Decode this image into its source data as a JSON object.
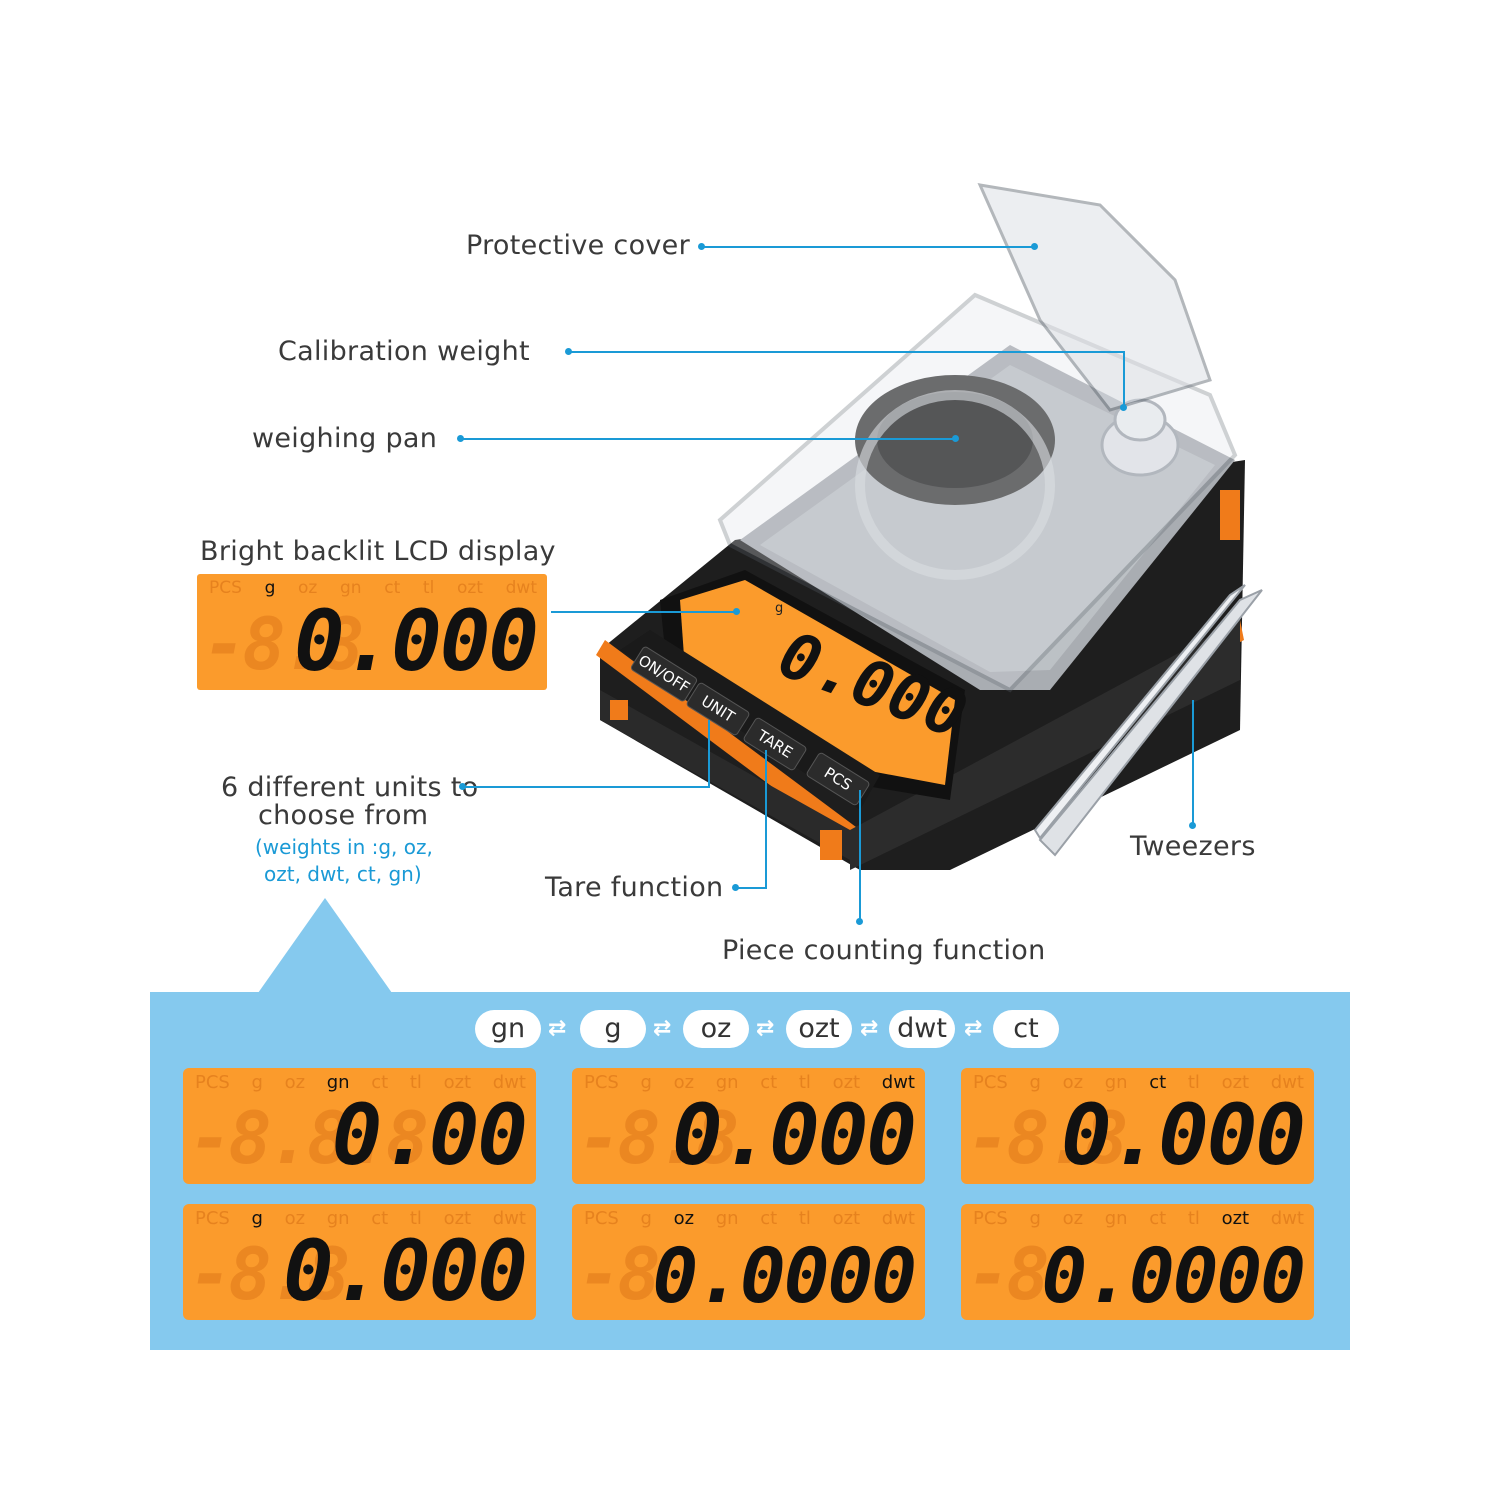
{
  "labels": {
    "protective_cover": "Protective cover",
    "calibration_weight": "Calibration weight",
    "weighing_pan": "weighing pan",
    "lcd_display": "Bright backlit LCD display",
    "units_line1": "6 different units to",
    "units_line2": "choose from",
    "units_detail1": "(weights in :g, oz,",
    "units_detail2": "ozt, dwt, ct, gn)",
    "tare": "Tare function",
    "pcs": "Piece counting function",
    "tweezers": "Tweezers"
  },
  "buttons": {
    "onoff": "ON/OFF",
    "unit": "UNIT",
    "tare": "TARE",
    "pcs": "PCS"
  },
  "unit_cycle": [
    "gn",
    "g",
    "oz",
    "ozt",
    "dwt",
    "ct"
  ],
  "unit_row": [
    "PCS",
    "g",
    "oz",
    "gn",
    "ct",
    "tl",
    "ozt",
    "dwt"
  ],
  "hero_lcd": {
    "active": "g",
    "ghost": "-8.8",
    "value": "0.000"
  },
  "device_lcd": {
    "active": "g",
    "value": "0.000"
  },
  "displays": [
    {
      "active": "gn",
      "ghost": "-8.8.8",
      "value": "0.00"
    },
    {
      "active": "dwt",
      "ghost": "-8.8",
      "value": "0.000"
    },
    {
      "active": "ct",
      "ghost": "-8.8",
      "value": "0.000"
    },
    {
      "active": "g",
      "ghost": "-8.8",
      "value": "0.000"
    },
    {
      "active": "oz",
      "ghost": "-8",
      "value": "0.0000"
    },
    {
      "active": "ozt",
      "ghost": "-8",
      "value": "0.0000"
    }
  ],
  "colors": {
    "accent": "#1a9ad6",
    "lcd": "#fb9b2c",
    "panel": "#85c9ee",
    "device_trim": "#f07b1a"
  }
}
